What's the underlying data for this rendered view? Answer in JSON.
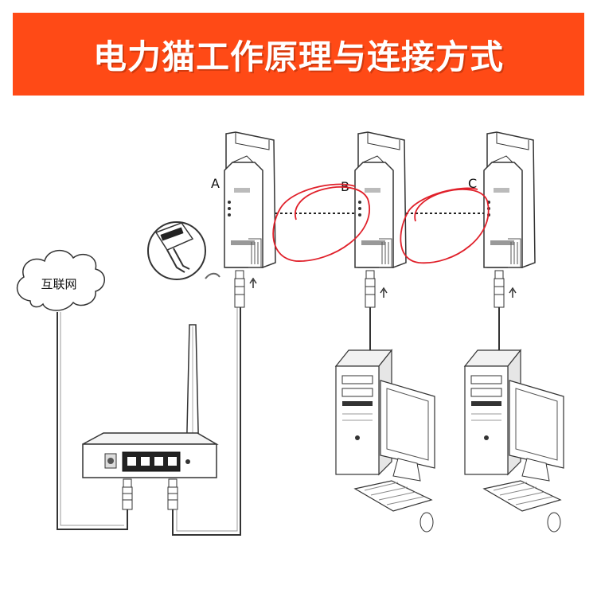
{
  "title": "电力猫工作原理与连接方式",
  "labels": {
    "cloud": "互联网",
    "adapter_a": "A",
    "adapter_b": "B",
    "adapter_c": "C"
  },
  "colors": {
    "banner": "#ff4a16",
    "banner_text": "#ffffff",
    "annotation_circle": "#e0202a",
    "line": "#222222"
  },
  "icons": [
    "cloud-icon",
    "router-icon",
    "antenna-icon",
    "powerline-adapter-icon",
    "wall-socket-icon",
    "ethernet-plug-icon",
    "desktop-computer-icon",
    "monitor-icon",
    "keyboard-icon",
    "mouse-icon"
  ]
}
